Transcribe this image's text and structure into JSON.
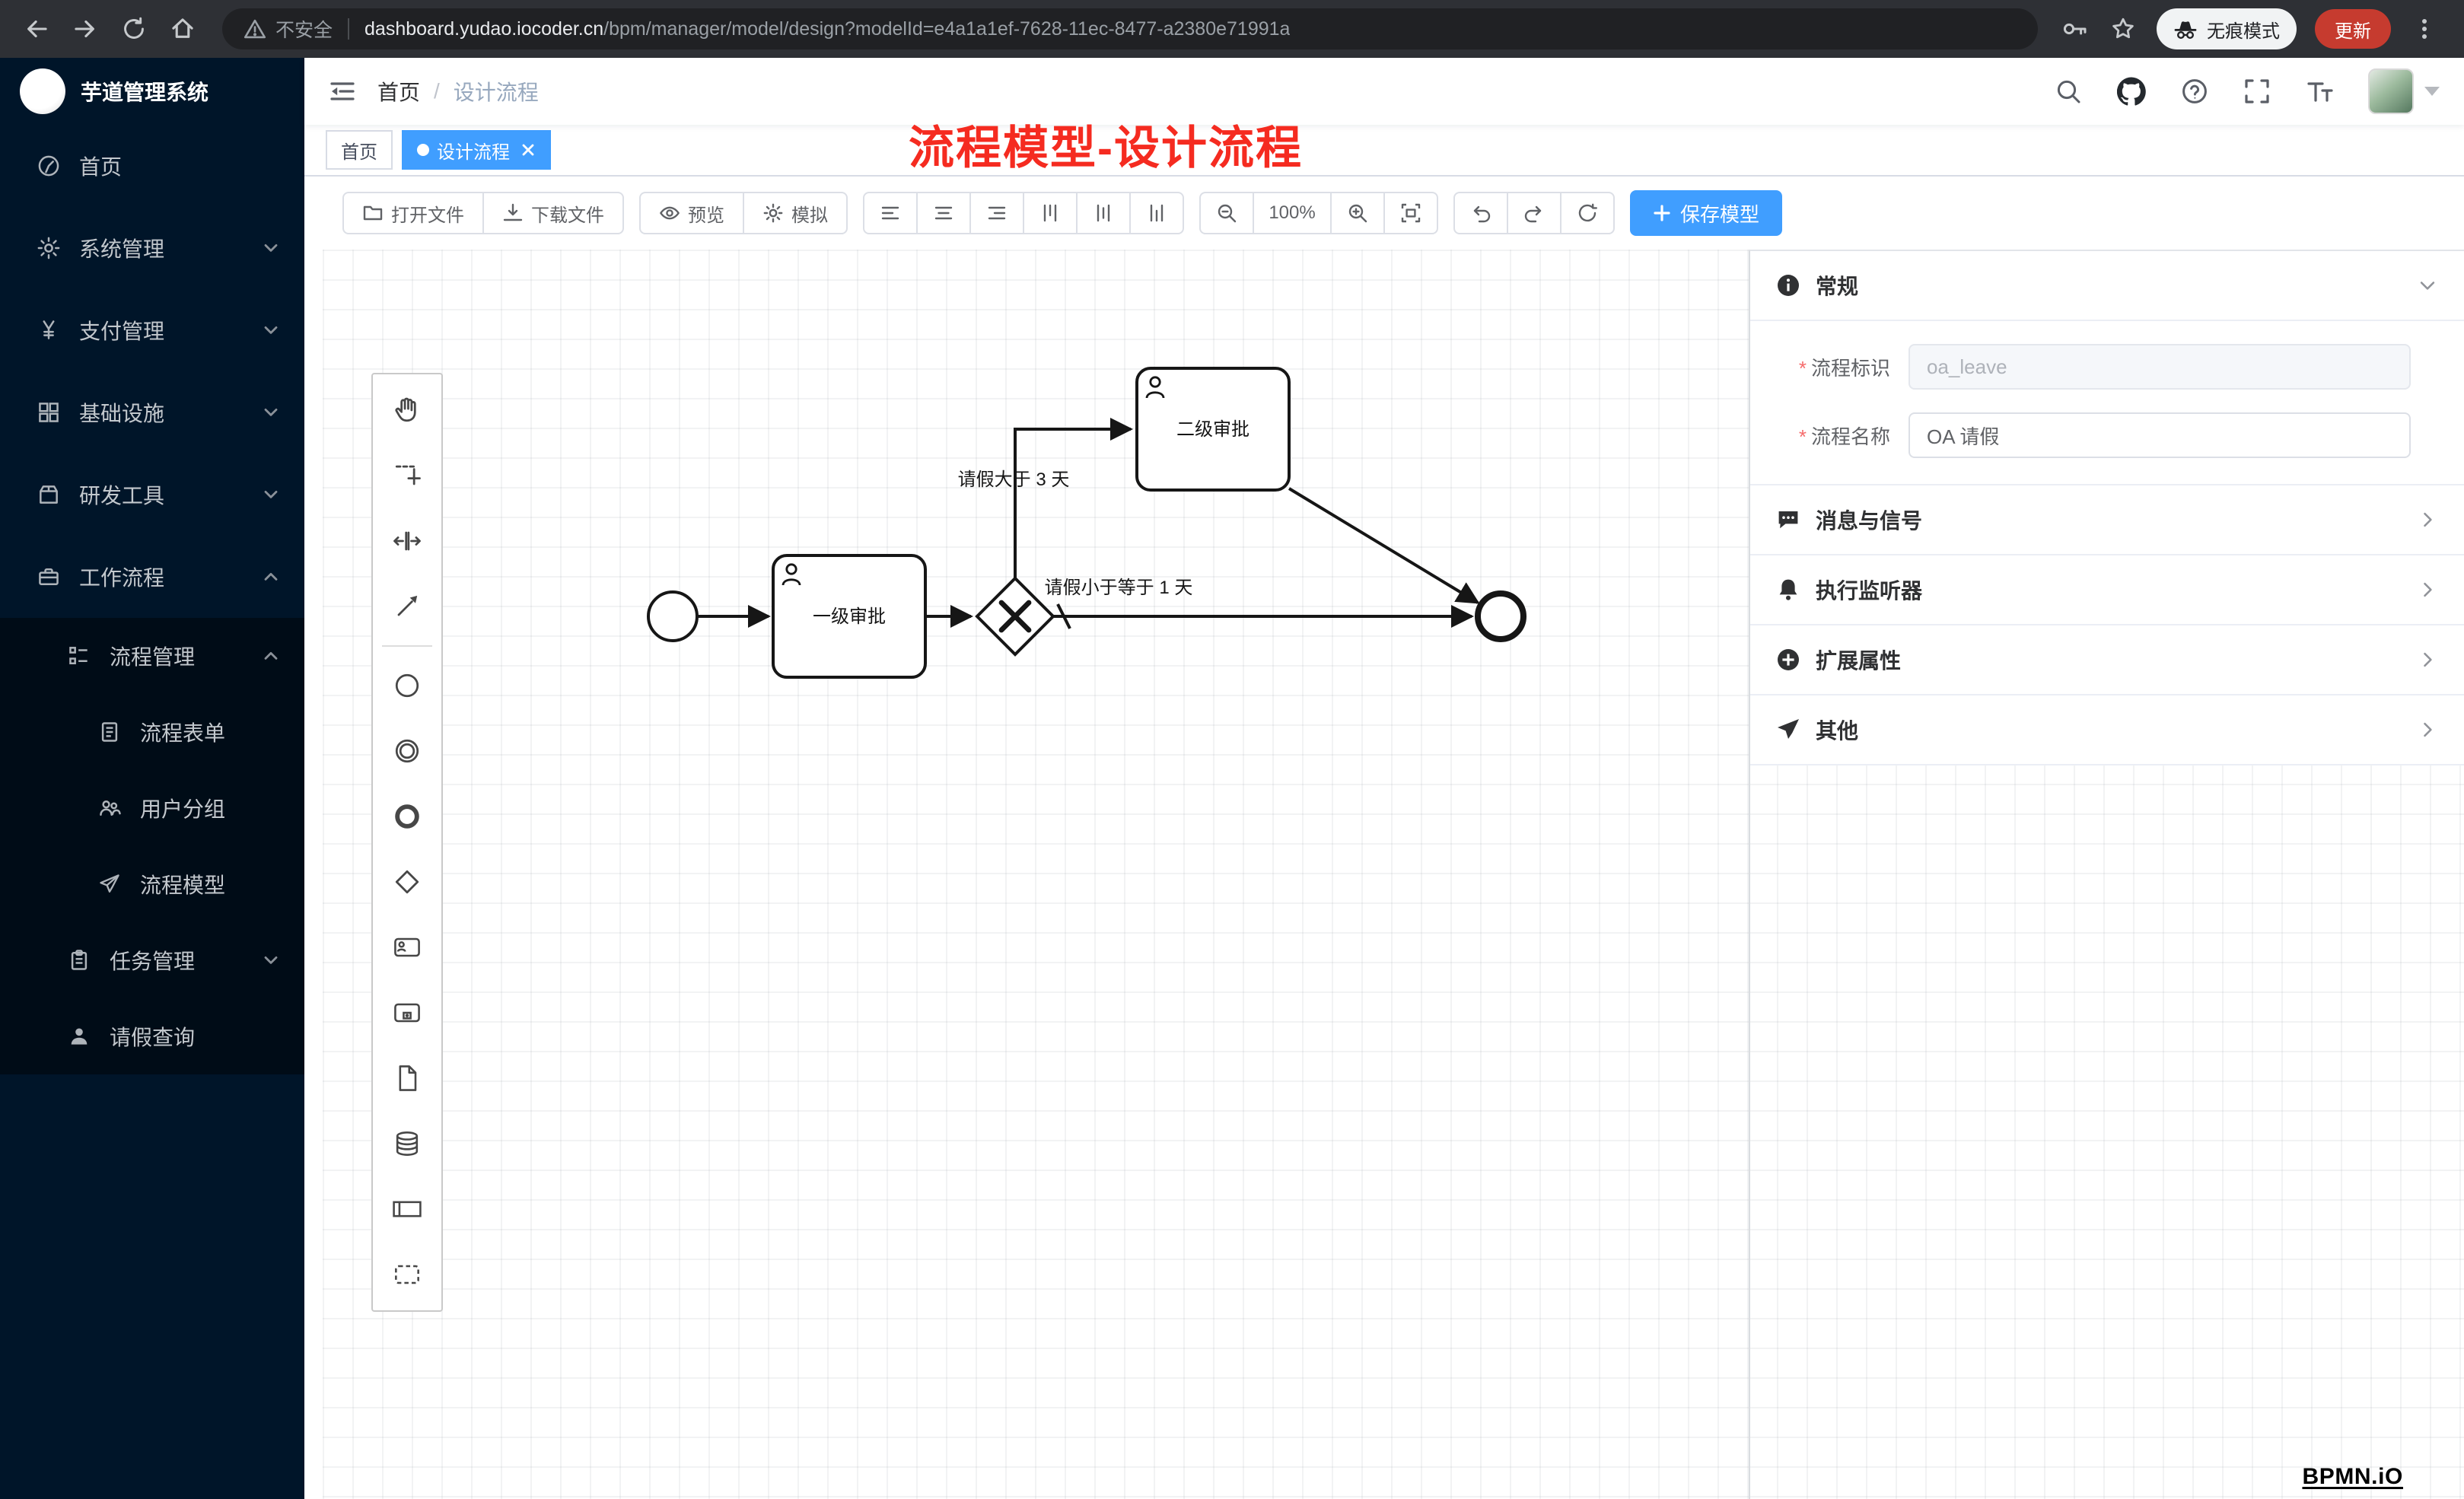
{
  "browser": {
    "security_label": "不安全",
    "url_host": "dashboard.yudao.iocoder.cn",
    "url_path": "/bpm/manager/model/design?modelId=e4a1a1ef-7628-11ec-8477-a2380e71991a",
    "incognito_label": "无痕模式",
    "update_label": "更新"
  },
  "sidebar": {
    "logo_title": "芋道管理系统",
    "items": [
      {
        "label": "首页"
      },
      {
        "label": "系统管理"
      },
      {
        "label": "支付管理"
      },
      {
        "label": "基础设施"
      },
      {
        "label": "研发工具"
      },
      {
        "label": "工作流程"
      }
    ],
    "process_group": {
      "label": "流程管理"
    },
    "process_children": [
      {
        "label": "流程表单"
      },
      {
        "label": "用户分组"
      },
      {
        "label": "流程模型"
      }
    ],
    "task_group": {
      "label": "任务管理"
    },
    "leave_item": {
      "label": "请假查询"
    }
  },
  "header": {
    "breadcrumb_home": "首页",
    "breadcrumb_sep": "/",
    "breadcrumb_current": "设计流程"
  },
  "annotation": "流程模型-设计流程",
  "tabs": [
    {
      "label": "首页",
      "active": false
    },
    {
      "label": "设计流程",
      "active": true
    }
  ],
  "toolbar": {
    "open_file": "打开文件",
    "download_file": "下载文件",
    "preview": "预览",
    "simulate": "模拟",
    "zoom_level": "100%",
    "save_model": "保存模型"
  },
  "palette": {
    "tools": [
      "hand-tool",
      "lasso-tool",
      "space-tool",
      "global-connect-tool"
    ],
    "elements": [
      "start-event",
      "intermediate-event",
      "end-event",
      "exclusive-gateway",
      "user-task",
      "sub-process",
      "data-object",
      "data-store",
      "participant-pool",
      "group"
    ]
  },
  "diagram": {
    "task1_label": "一级审批",
    "task2_label": "二级审批",
    "condition_gt": "请假大于 3 天",
    "condition_le": "请假小于等于 1 天"
  },
  "panel": {
    "required_mark": "*",
    "general": {
      "title": "常规",
      "fields": [
        {
          "label": "流程标识",
          "value": "oa_leave",
          "disabled": true
        },
        {
          "label": "流程名称",
          "value": "OA 请假",
          "disabled": false
        }
      ]
    },
    "sections": [
      {
        "title": "消息与信号"
      },
      {
        "title": "执行监听器"
      },
      {
        "title": "扩展属性"
      },
      {
        "title": "其他"
      }
    ]
  },
  "footer": {
    "bpmn_logo": "BPMN.iO"
  },
  "colors": {
    "accent_blue": "#409eff",
    "sidebar_bg": "#001529",
    "submenu_bg": "#000c17",
    "annotation_red": "#f52b20",
    "update_red": "#c63b2f"
  },
  "icons": {
    "search": "magnifier",
    "github": "octocat",
    "help": "question-circle",
    "fullscreen": "expand-corners",
    "font_size": "double-T",
    "fold": "collapse-menu",
    "warning": "alert-triangle",
    "incognito": "spy-hat-glasses",
    "more": "vertical-dots",
    "key": "key",
    "star": "star-outline",
    "undo": "arrow-ccw",
    "redo": "arrow-cw",
    "reset": "arrow-cycle"
  }
}
